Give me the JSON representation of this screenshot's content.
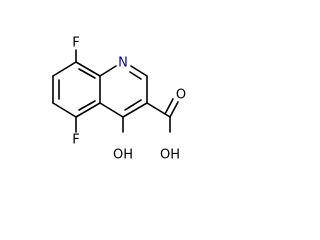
{
  "molecule": {
    "atoms": {
      "f_top": "F",
      "f_bottom": "F",
      "n": "N",
      "oh": "OH",
      "o": "O",
      "cooh_oh": "OH"
    }
  }
}
